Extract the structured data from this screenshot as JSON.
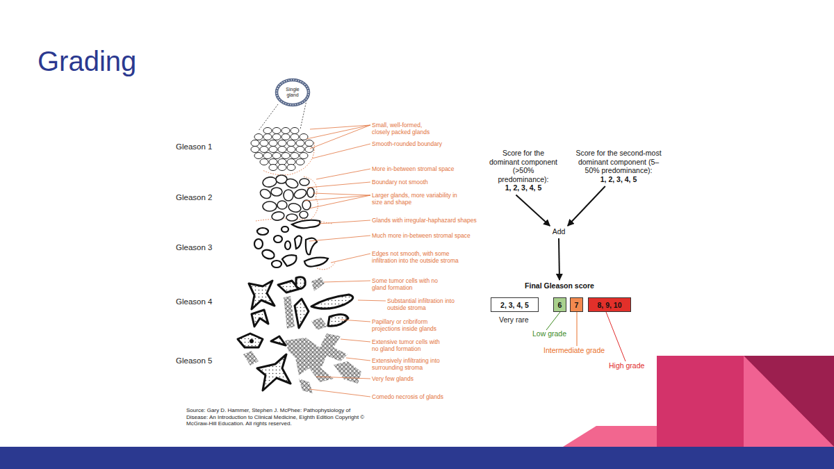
{
  "diagram": {
    "title": "Grading",
    "caption": "Source: Gary D. Hammer, Stephen J. McPhee: Pathophysiology of Disease: An Introduction to Clinical Medicine, Eighth Edition Copyright © McGraw-Hill Education. All rights reserved.",
    "nodes": [
      {
        "text": [
          "Single gland"
        ]
      },
      {
        "text": [
          "Score for the dominant component (>50% predominance):",
          "1, 2, 3, 4, 5"
        ]
      },
      {
        "text": [
          "Score for the second-most dominant component (5–50% predominance):",
          "1, 2, 3, 4, 5"
        ]
      },
      {
        "text": [
          "Add"
        ]
      },
      {
        "text": [
          "Final Gleason score"
        ]
      },
      {
        "text": [
          "2, 3, 4, 5"
        ]
      },
      {
        "text": [
          "6"
        ]
      },
      {
        "text": [
          "7"
        ]
      },
      {
        "text": [
          "8, 9, 10"
        ]
      }
    ],
    "edges": [
      {
        "from": 1,
        "to": 3,
        "arrow": "to"
      },
      {
        "from": 2,
        "to": 3,
        "arrow": "to"
      },
      {
        "from": 3,
        "to": 4,
        "arrow": "to"
      }
    ],
    "labels": [
      "Gleason 1",
      "Small, well-formed, closely packed glands",
      "Smooth-rounded boundary",
      "Gleason 2",
      "More in-between stromal space",
      "Boundary not smooth",
      "Larger glands, more variability in size and shape",
      "Gleason 3",
      "Glands with irregular-haphazard shapes",
      "Much more in-between stromal space",
      "Edges not smooth, with some infiltration into the outside stroma",
      "Gleason 4",
      "Some tumor cells with no gland formation",
      "Substantial infiltration into outside stroma",
      "Papillary or cribriform projections inside glands",
      "Gleason 5",
      "Extensive tumor cells with no gland formation",
      "Extensively infiltrating into surrounding stroma",
      "Very few glands",
      "Comedo necrosis of glands",
      "Very rare",
      "Low grade",
      "Intermediate grade",
      "High grade"
    ]
  }
}
